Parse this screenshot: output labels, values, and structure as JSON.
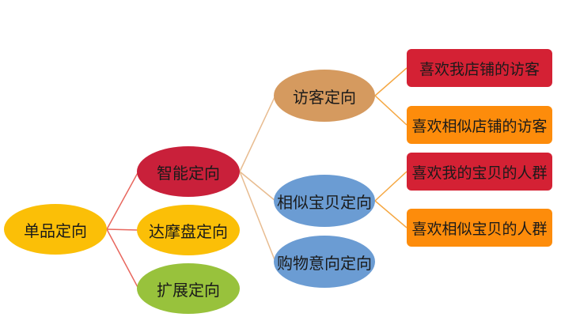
{
  "colors": {
    "yellow": "#fbbf07",
    "crimson": "#c9203a",
    "lime": "#98c23c",
    "tan": "#d59a5f",
    "blue": "#6b9cd3",
    "red": "#d42134",
    "orange": "#fd8c0b",
    "line_red": "#e8675e",
    "line_tan": "#e8bc90",
    "line_orange": "#f5a742"
  },
  "nodes": {
    "root": "单品定向",
    "smart": "智能定向",
    "damo": "达摩盘定向",
    "extension": "扩展定向",
    "visitor": "访客定向",
    "similar_item": "相似宝贝定向",
    "purchase_intent": "购物意向定向",
    "shop_visitors": "喜欢我店铺的访客",
    "similar_shop_visitors": "喜欢相似店铺的访客",
    "my_item_crowd": "喜欢我的宝贝的人群",
    "similar_item_crowd": "喜欢相似宝贝的人群"
  }
}
